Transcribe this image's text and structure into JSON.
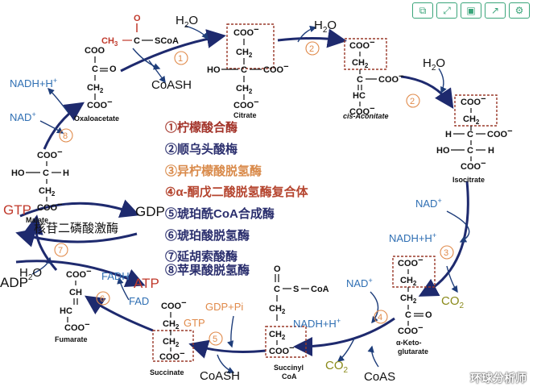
{
  "toolbar": {
    "icons": [
      "copy-icon",
      "expand-icon",
      "save-icon",
      "share-icon",
      "settings-icon"
    ]
  },
  "molecules": {
    "acetyl": {
      "c_o": "O",
      "ch3": "CH",
      "ch3_sub": "3",
      "c": "C",
      "scoa": "SCoA"
    },
    "oxaloacetate": {
      "coo_top": "COO",
      "co": "C",
      "o": "O",
      "ch2": "CH",
      "ch2_sub": "2",
      "coo_bot": "COO",
      "name": "Oxaloacetate"
    },
    "citrate": {
      "coo1": "COO",
      "ch2a": "CH",
      "ch2a_sub": "2",
      "ho": "HO",
      "c": "C",
      "coo2": "COO",
      "ch2b": "CH",
      "ch2b_sub": "2",
      "coo3": "COO",
      "name": "Citrate"
    },
    "cis_aconitate": {
      "coo1": "COO",
      "ch2": "CH",
      "ch2_sub": "2",
      "c": "C",
      "coo2": "COO",
      "hc": "HC",
      "coo3": "COO",
      "name": "cis-Aconitate"
    },
    "isocitrate": {
      "coo1": "COO",
      "ch2": "CH",
      "ch2_sub": "2",
      "h": "H",
      "c": "C",
      "coo2": "COO",
      "ho": "HO",
      "c2": "C",
      "h2": "H",
      "coo3": "COO",
      "name": "Isocitrate"
    },
    "alpha_kg": {
      "coo1": "COO",
      "ch2a": "CH",
      "ch2a_sub": "2",
      "ch2b": "CH",
      "ch2b_sub": "2",
      "c": "C",
      "o": "O",
      "coo2": "COO",
      "name1": "α-Keto-",
      "name2": "glutarate"
    },
    "succinyl_coa": {
      "o": "O",
      "c": "C",
      "s": "S",
      "coa": "CoA",
      "ch2a": "CH",
      "ch2a_sub": "2",
      "ch2b": "CH",
      "ch2b_sub": "2",
      "coo": "COO",
      "name1": "Succinyl",
      "name2": "CoA"
    },
    "succinate": {
      "coo1": "COO",
      "ch2a": "CH",
      "ch2a_sub": "2",
      "ch2b": "CH",
      "ch2b_sub": "2",
      "coo2": "COO",
      "name": "Succinate"
    },
    "fumarate": {
      "coo1": "COO",
      "ch": "CH",
      "hc": "HC",
      "coo2": "COO",
      "name": "Fumarate"
    },
    "malate": {
      "coo1": "COO",
      "ho": "HO",
      "c": "C",
      "h": "H",
      "ch2": "CH",
      "ch2_sub": "2",
      "coo2": "COO",
      "name": "Malate"
    }
  },
  "cofactors": {
    "h2o_1": "H",
    "h2o_1_sub": "2",
    "h2o_1_o": "O",
    "h2o_2": "H",
    "h2o_2_sub": "2",
    "h2o_2_o": "O",
    "h2o_3": "H",
    "h2o_3_sub": "2",
    "h2o_3_o": "O",
    "h2o_4": "H",
    "h2o_4_sub": "2",
    "h2o_4_o": "O",
    "coash_1": "CoASH",
    "coash_2": "CoASH",
    "coash_3": "CoAS",
    "nadh_1": "NADH+H",
    "nadh_1_sup": "+",
    "nad_1": "NAD",
    "nad_1_sup": "+",
    "nad_2": "NAD",
    "nad_2_sup": "+",
    "nadh_2": "NADH+H",
    "nadh_2_sup": "+",
    "nad_3": "NAD",
    "nad_3_sup": "+",
    "nadh_3": "NADH+H",
    "nadh_3_sup": "+",
    "co2_1": "CO",
    "co2_1_sub": "2",
    "co2_2": "CO",
    "co2_2_sub": "2",
    "gtp_left": "GTP",
    "gdp": "GDP",
    "atp": "ATP",
    "adp": "ADP",
    "fadh": "FADH",
    "fad": "FAD",
    "gdp_pi": "GDP+Pi",
    "gtp_small": "GTP",
    "nucleoside_kinase": "核苷二磷酸激酶"
  },
  "enzymes": [
    {
      "label": "①柠檬酸合酶",
      "color": "#a3342a"
    },
    {
      "label": "②顺乌头酸梅",
      "color": "#2b2f6e"
    },
    {
      "label": "③异柠檬酸脱氢酶",
      "color": "#d98a4a"
    },
    {
      "label": "④α-酮戊二酸脱氢酶复合体",
      "color": "#b5452f"
    },
    {
      "label": "⑤琥珀酰CoA合成酶",
      "color": "#2b2f6e"
    },
    {
      "label": "⑥琥珀酸脱氢酶",
      "color": "#2b2f6e"
    },
    {
      "label": "⑦延胡索酸酶",
      "color": "#2b2f6e"
    },
    {
      "label": "⑧苹果酸脱氢酶",
      "color": "#2b2f6e"
    }
  ],
  "step_numbers": [
    "1",
    "2",
    "2",
    "3",
    "4",
    "5",
    "6",
    "7",
    "8"
  ],
  "watermark": "环球分析师",
  "colors": {
    "cycle_arrow": "#1e2a6e",
    "cofactor_blue": "#2f6fb3",
    "box_brown": "#9a3a2a",
    "step_orange": "#e08a4a",
    "co2_olive": "#8a8a1a",
    "gtp_red": "#c0392b"
  }
}
